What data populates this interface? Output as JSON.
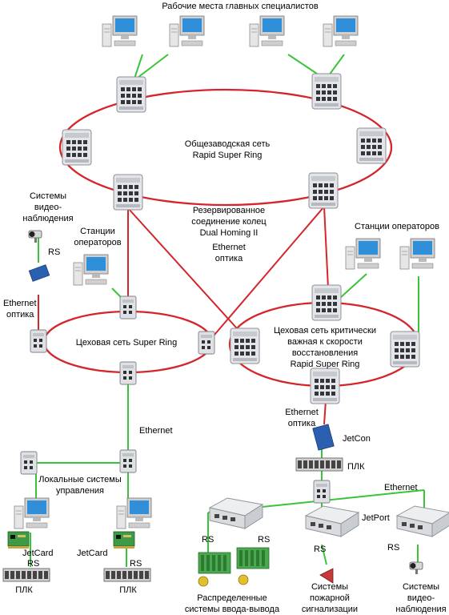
{
  "labels": {
    "top_title": "Рабочие места главных специалистов",
    "factory_net_1": "Общезаводская сеть",
    "factory_net_2": "Rapid Super Ring",
    "dual_homing_1": "Резервированное",
    "dual_homing_2": "соединение колец",
    "dual_homing_3": "Dual Homing II",
    "dual_homing_4": "Ethernet",
    "dual_homing_5": "оптика",
    "video_left_1": "Системы",
    "video_left_2": "видео-",
    "video_left_3": "наблюдения",
    "operators_left_1": "Станции",
    "operators_left_2": "операторов",
    "operators_right": "Станции операторов",
    "rs_left": "RS",
    "eth_optic_left_1": "Ethernet",
    "eth_optic_left_2": "оптика",
    "shop_ring": "Цеховая сеть Super Ring",
    "critical_1": "Цеховая сеть критически",
    "critical_2": "важная к скорости",
    "critical_3": "восстановления",
    "critical_4": "Rapid Super Ring",
    "eth_optic_right_1": "Ethernet",
    "eth_optic_right_2": "оптика",
    "jetcon": "JetCon",
    "plc_right": "ПЛК",
    "ethernet_mid": "Ethernet",
    "local_1": "Локальные системы",
    "local_2": "управления",
    "ethernet_right": "Ethernet",
    "jetport": "JetPort",
    "jetcard_1": "JetCard",
    "jetcard_2": "JetCard",
    "rs_1": "RS",
    "rs_2": "RS",
    "rs_3": "RS",
    "rs_4": "RS",
    "rs_5": "RS",
    "rs_6": "RS",
    "plc_1": "ПЛК",
    "plc_2": "ПЛК",
    "distributed_1": "Распределенные",
    "distributed_2": "системы ввода-вывода",
    "fire_1": "Системы",
    "fire_2": "пожарной",
    "fire_3": "сигнализации",
    "video_right_1": "Системы",
    "video_right_2": "видео-",
    "video_right_3": "наблюдения"
  },
  "colors": {
    "ring": "#d4252b",
    "link": "#39c43a",
    "switch": "#e3e5e8",
    "monitor": "#2f8fd8"
  }
}
